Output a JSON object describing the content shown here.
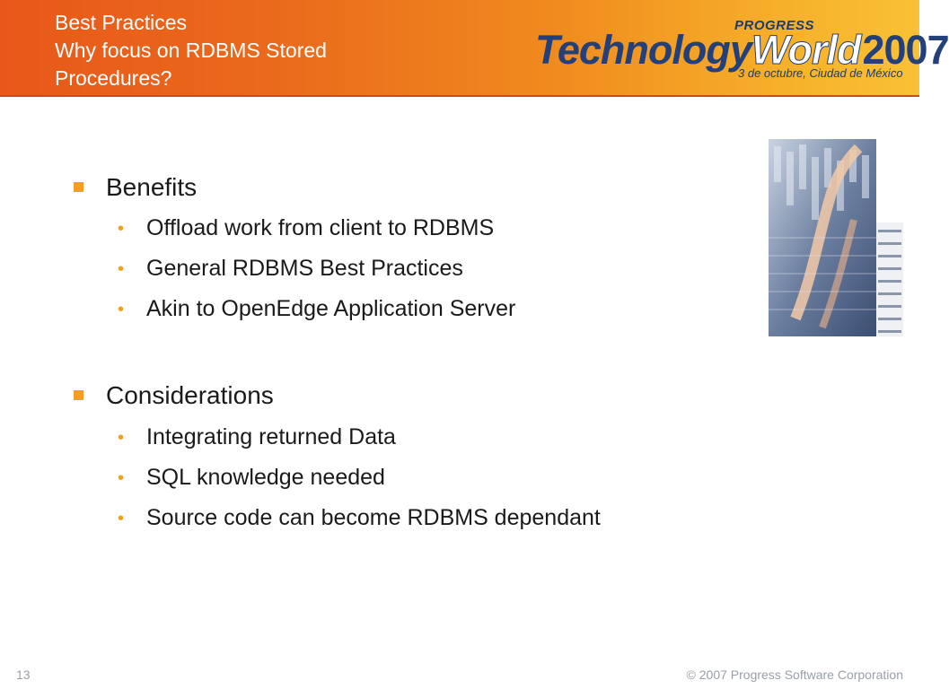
{
  "header": {
    "title_lines": [
      "Best Practices",
      "Why focus on RDBMS Stored",
      "Procedures?"
    ],
    "logo": {
      "top": "PROGRESS",
      "tech": "Technology",
      "world": "World",
      "year": "2007",
      "subtitle": "3 de octubre, Ciudad de México"
    }
  },
  "sections": [
    {
      "heading": "Benefits",
      "items": [
        "Offload work from client to RDBMS",
        "General RDBMS Best Practices",
        "Akin to OpenEdge Application Server"
      ]
    },
    {
      "heading": "Considerations",
      "items": [
        "Integrating returned Data",
        "SQL knowledge needed",
        "Source code can become RDBMS dependant"
      ]
    }
  ],
  "footer": {
    "page_number": "13",
    "copyright": "© 2007 Progress Software Corporation"
  },
  "colors": {
    "bullet": "#f0a020",
    "logo_blue": "#23407a"
  }
}
